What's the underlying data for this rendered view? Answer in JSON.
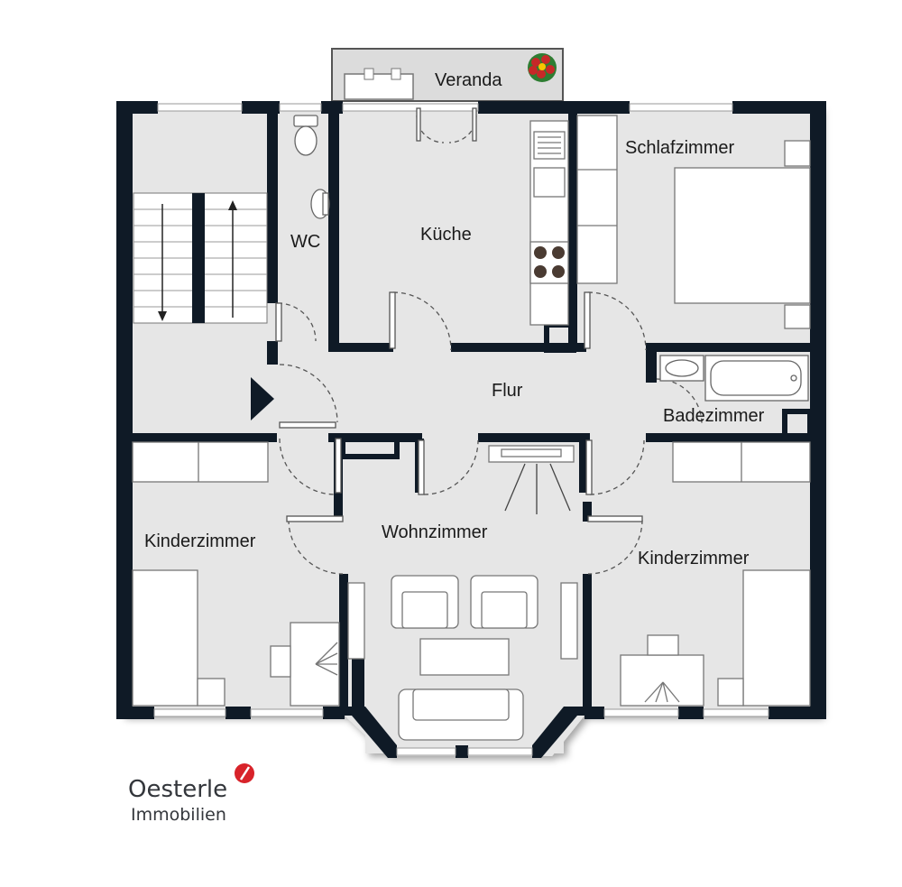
{
  "rooms": {
    "veranda": "Veranda",
    "wc": "WC",
    "kueche": "Küche",
    "schlafzimmer": "Schlafzimmer",
    "flur": "Flur",
    "badezimmer": "Badezimmer",
    "kinderzimmer_left": "Kinderzimmer",
    "wohnzimmer": "Wohnzimmer",
    "kinderzimmer_right": "Kinderzimmer"
  },
  "logo": {
    "name": "Oesterle",
    "subtitle": "Immobilien",
    "mark_color": "#d8232a"
  },
  "colors": {
    "wall": "#0f1a26",
    "floor": "#e6e6e6",
    "furniture": "#ffffff",
    "stroke": "#6b6b6b"
  }
}
